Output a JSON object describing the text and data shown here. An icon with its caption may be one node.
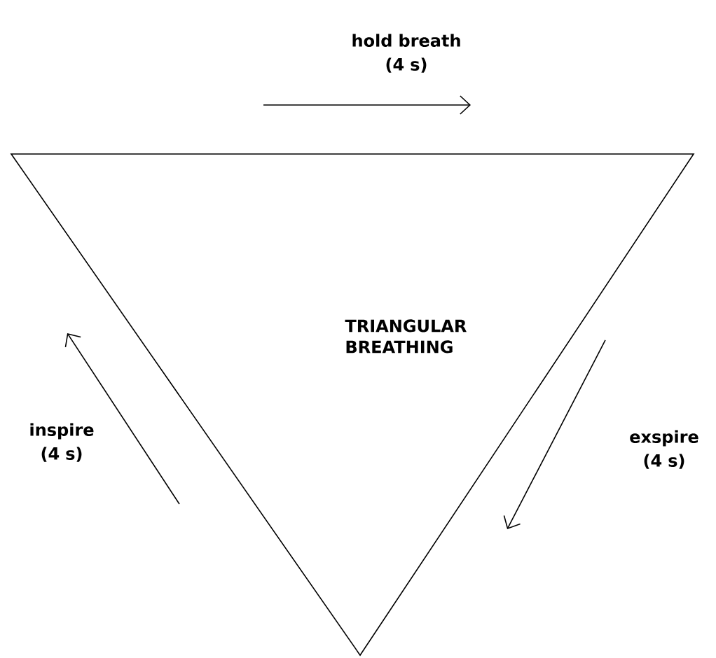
{
  "diagram": {
    "nodes": [
      {
        "text": [
          "TRIANGULAR BREATHING"
        ]
      }
    ],
    "labels": [
      "hold breath (4 s)",
      "inspire (4 s)",
      "exspire (4 s)"
    ]
  }
}
